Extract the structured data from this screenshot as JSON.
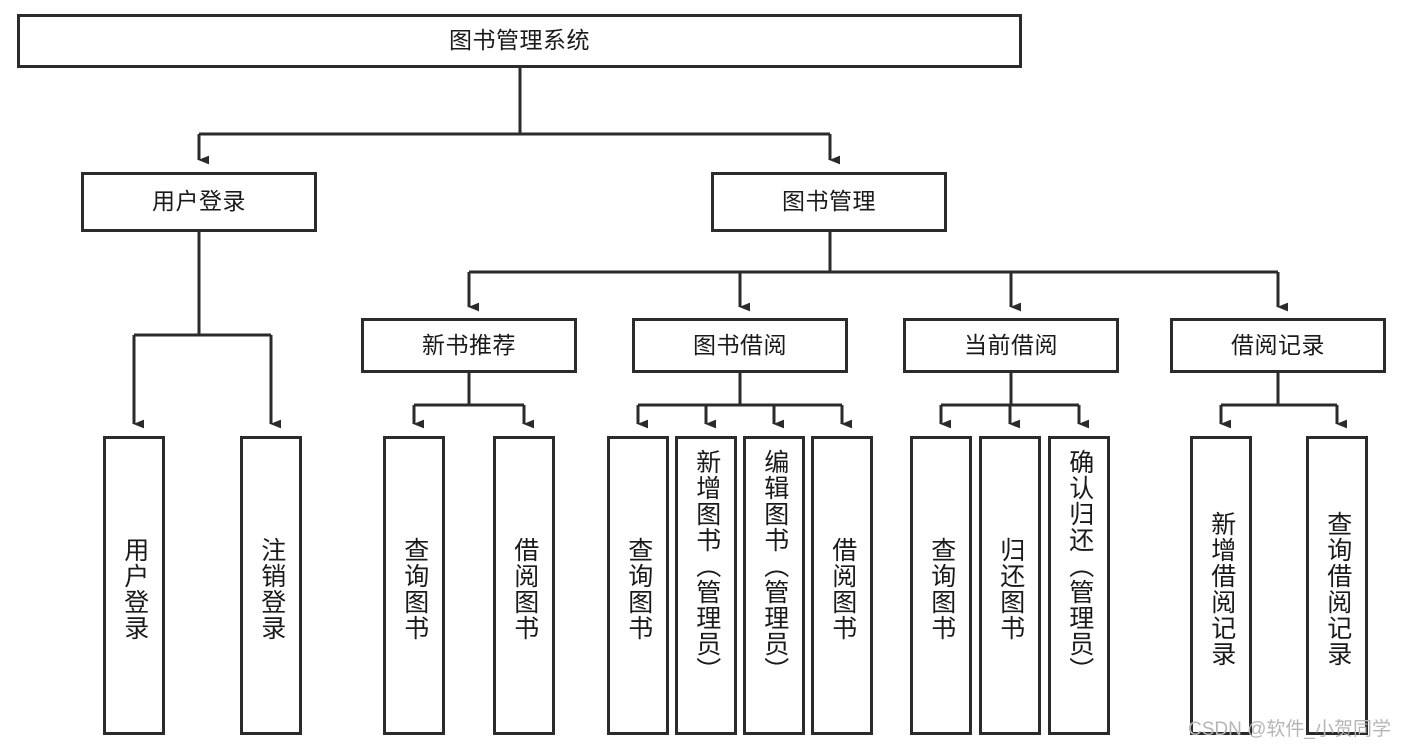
{
  "diagram": {
    "title": "图书管理系统",
    "type": "tree",
    "watermark": "CSDN @软件_小贺同学",
    "colors": {
      "stroke": "#2b2b2b",
      "fill": "#ffffff",
      "text": "#1a1a1a",
      "watermark": "#b6b6b6"
    },
    "levels": {
      "root": {
        "label": "图书管理系统"
      },
      "level2": [
        {
          "id": "user-login",
          "label": "用户登录"
        },
        {
          "id": "book-manage",
          "label": "图书管理"
        }
      ],
      "level3": [
        {
          "id": "new-book-recommend",
          "label": "新书推荐"
        },
        {
          "id": "book-borrow",
          "label": "图书借阅"
        },
        {
          "id": "current-borrow",
          "label": "当前借阅"
        },
        {
          "id": "borrow-record",
          "label": "借阅记录"
        }
      ],
      "leaves": {
        "user-login": [
          {
            "id": "leaf-user-login",
            "label": "用户登录"
          },
          {
            "id": "leaf-logout-login",
            "label": "注销登录"
          }
        ],
        "new-book-recommend": [
          {
            "id": "leaf-query-book-1",
            "label": "查询图书"
          },
          {
            "id": "leaf-borrow-book-1",
            "label": "借阅图书"
          }
        ],
        "book-borrow": [
          {
            "id": "leaf-query-book-2",
            "label": "查询图书"
          },
          {
            "id": "leaf-add-book",
            "label": "新增图书（管理员）"
          },
          {
            "id": "leaf-edit-book",
            "label": "编辑图书（管理员）"
          },
          {
            "id": "leaf-borrow-book-2",
            "label": "借阅图书"
          }
        ],
        "current-borrow": [
          {
            "id": "leaf-query-book-3",
            "label": "查询图书"
          },
          {
            "id": "leaf-return-book",
            "label": "归还图书"
          },
          {
            "id": "leaf-confirm-return",
            "label": "确认归还（管理员）"
          }
        ],
        "borrow-record": [
          {
            "id": "leaf-add-record",
            "label": "新增借阅记录"
          },
          {
            "id": "leaf-query-record",
            "label": "查询借阅记录"
          }
        ]
      }
    }
  }
}
